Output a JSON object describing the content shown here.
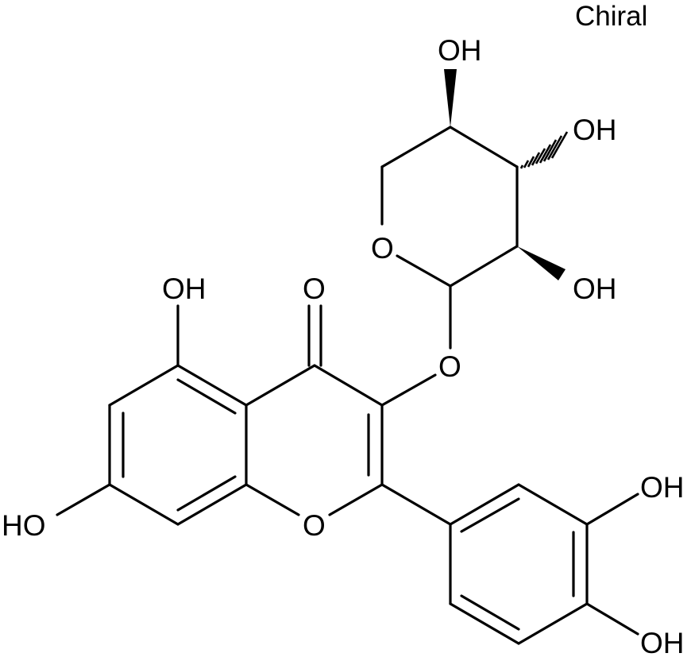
{
  "annotation": "Chiral",
  "atoms": {
    "oh_sugar_top": "OH",
    "oh_sugar_right": "OH",
    "oh_sugar_bottom": "OH",
    "o_ring_sugar": "O",
    "o_glycosidic": "O",
    "oh_5": "OH",
    "o_carbonyl": "O",
    "oh_7": "HO",
    "o_ring_chromone": "O",
    "oh_3prime": "OH",
    "oh_4prime": "OH"
  },
  "colors": {
    "bond": "#000000",
    "text": "#000000",
    "background": "#ffffff"
  }
}
